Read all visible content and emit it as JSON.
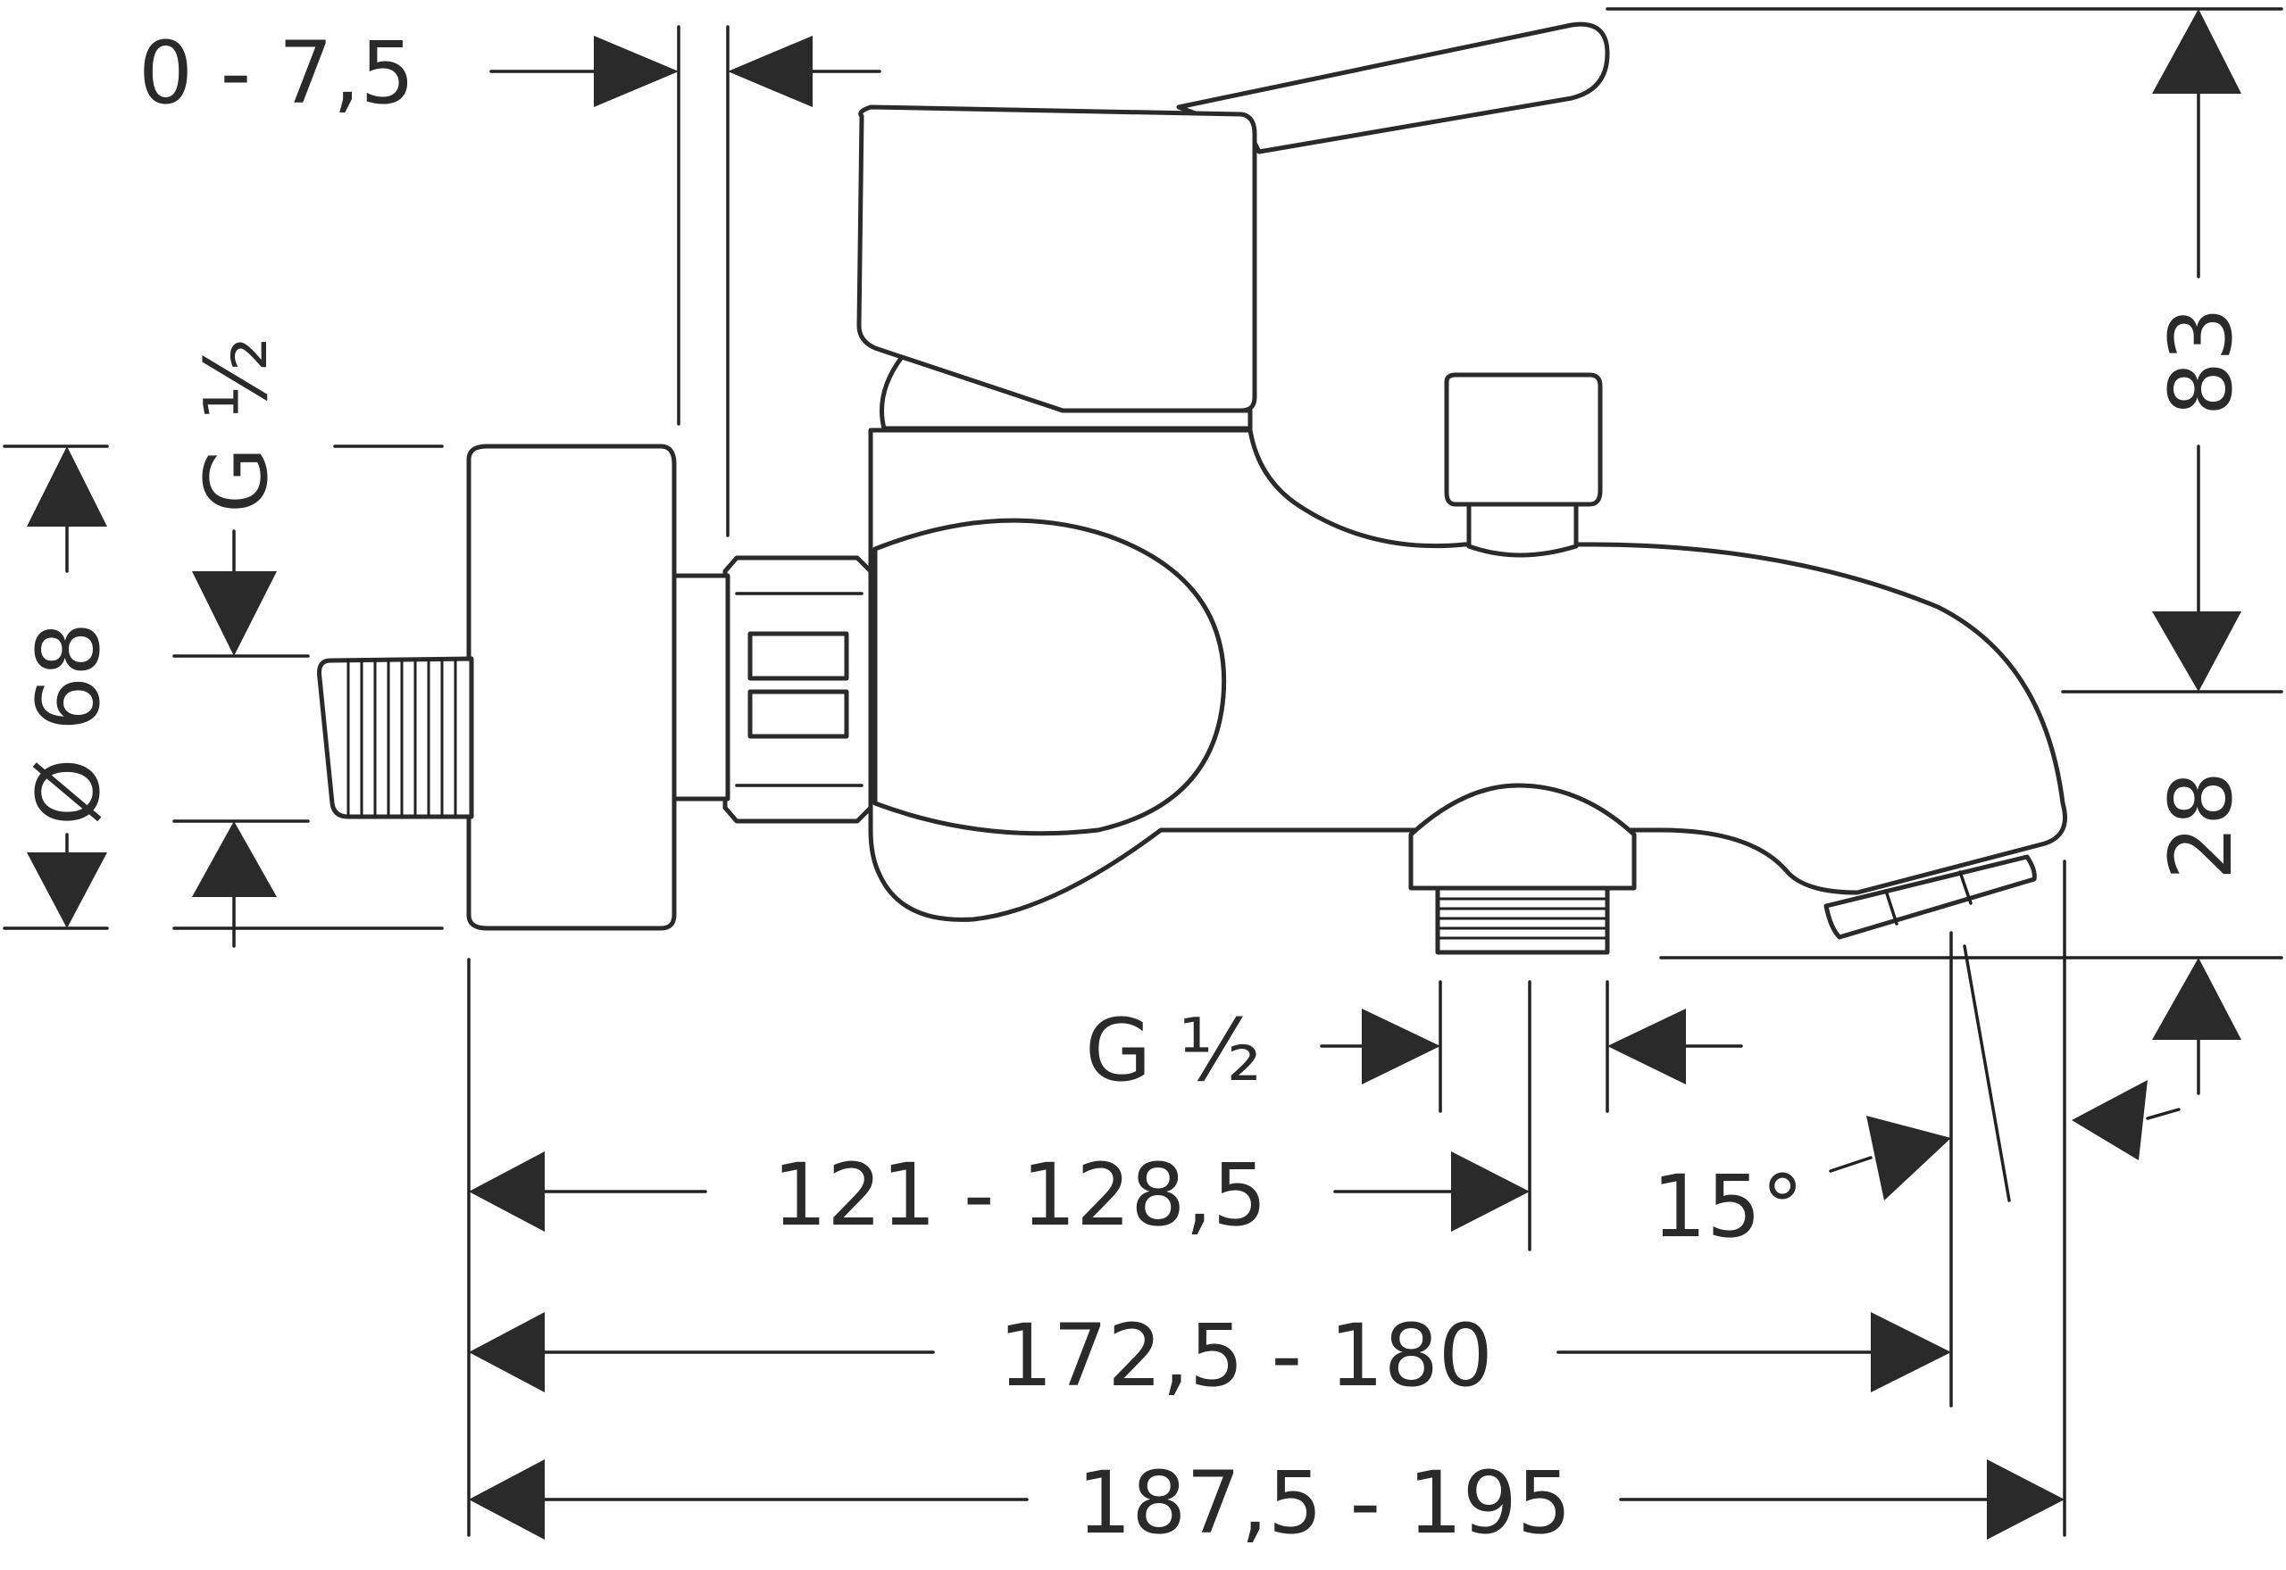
{
  "labels": {
    "offset_range": "0 - 7,5",
    "inlet_thread": "G ½",
    "flange_diameter": "Ø 68",
    "height_top": "83",
    "height_outlet": "28",
    "outlet_thread": "G ½",
    "angle": "15°",
    "dim_inner": "121 - 128,5",
    "dim_mid": "172,5 - 180",
    "dim_total": "187,5 - 195"
  },
  "colors": {
    "line": "#2a2a2a",
    "background": "#ffffff"
  }
}
